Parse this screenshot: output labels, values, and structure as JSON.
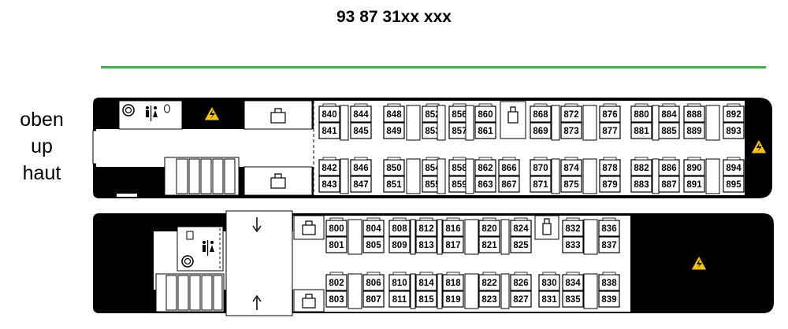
{
  "header": {
    "coach_number": "93 87 31xx xxx"
  },
  "colors": {
    "class_line": "#3ab54a",
    "body": "#000000",
    "warning": "#f7c600"
  },
  "level_labels": [
    "oben",
    "up",
    "haut"
  ],
  "icons": {
    "toilet": "toilet-icon",
    "restroom": "restroom-people-icon",
    "luggage": "luggage-rack-icon",
    "electric_hazard": "electric-hazard-icon",
    "stairs": "stairs-icon",
    "door_arrow": "door-arrow-icon"
  },
  "upper_deck": {
    "top_rows": [
      [
        "840",
        "841"
      ],
      [
        "844",
        "845"
      ],
      [
        "848",
        "849"
      ],
      [
        "852",
        "853"
      ],
      [
        "856",
        "857"
      ],
      [
        "860",
        "861"
      ],
      [
        "868",
        "869"
      ],
      [
        "872",
        "873"
      ],
      [
        "876",
        "877"
      ],
      [
        "880",
        "881"
      ],
      [
        "884",
        "885"
      ],
      [
        "888",
        "889"
      ],
      [
        "892",
        "893"
      ]
    ],
    "bottom_rows": [
      [
        "842",
        "843"
      ],
      [
        "846",
        "847"
      ],
      [
        "850",
        "851"
      ],
      [
        "854",
        "855"
      ],
      [
        "858",
        "859"
      ],
      [
        "862",
        "863"
      ],
      [
        "866",
        "867"
      ],
      [
        "870",
        "871"
      ],
      [
        "874",
        "875"
      ],
      [
        "878",
        "879"
      ],
      [
        "882",
        "883"
      ],
      [
        "886",
        "887"
      ],
      [
        "890",
        "891"
      ],
      [
        "894",
        "895"
      ]
    ]
  },
  "lower_deck": {
    "top_rows": [
      [
        "800",
        "801"
      ],
      [
        "804",
        "805"
      ],
      [
        "808",
        "809"
      ],
      [
        "812",
        "813"
      ],
      [
        "816",
        "817"
      ],
      [
        "820",
        "821"
      ],
      [
        "824",
        "825"
      ],
      [
        "832",
        "833"
      ],
      [
        "836",
        "837"
      ]
    ],
    "bottom_rows": [
      [
        "802",
        "803"
      ],
      [
        "806",
        "807"
      ],
      [
        "810",
        "811"
      ],
      [
        "814",
        "815"
      ],
      [
        "818",
        "819"
      ],
      [
        "822",
        "823"
      ],
      [
        "826",
        "827"
      ],
      [
        "830",
        "831"
      ],
      [
        "834",
        "835"
      ],
      [
        "838",
        "839"
      ]
    ]
  }
}
